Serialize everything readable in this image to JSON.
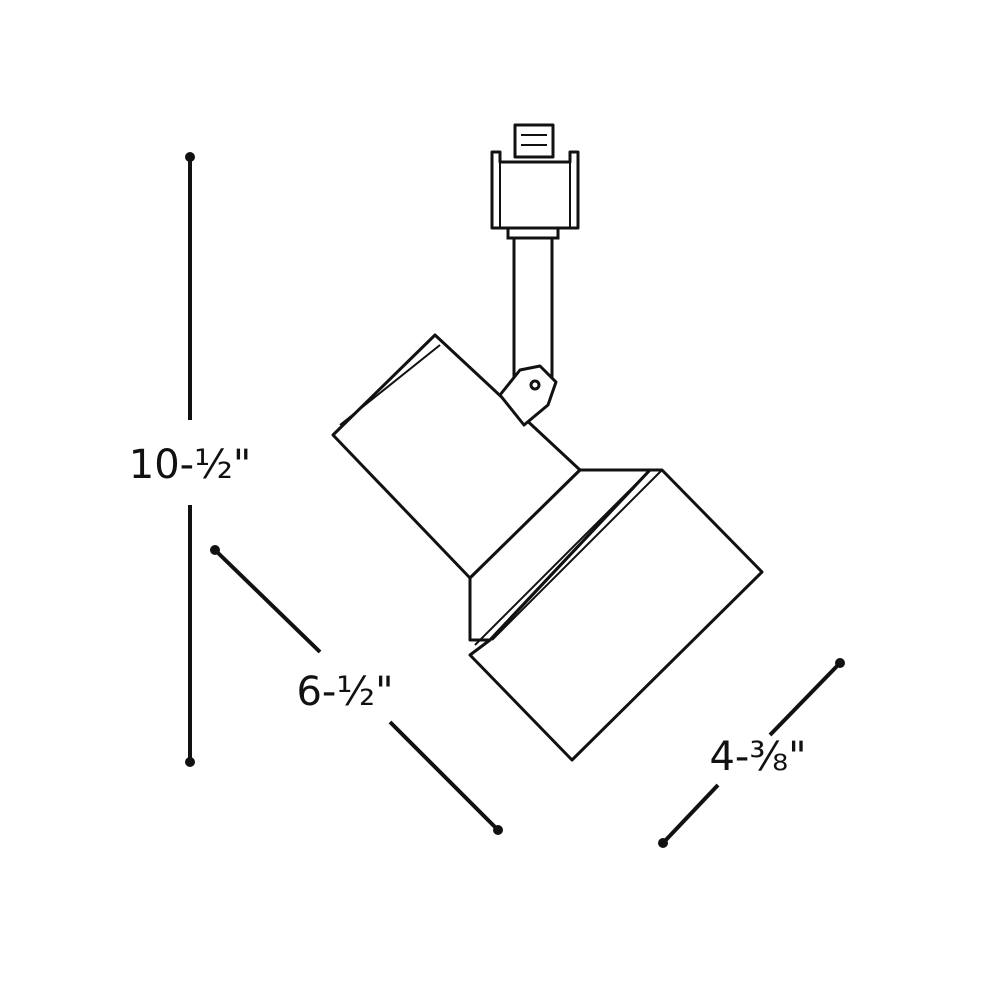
{
  "dimensions": {
    "height": "10-½\"",
    "length": "6-½\"",
    "diameter": "4-⅜\""
  },
  "colors": {
    "line": "#111111",
    "background": "#ffffff"
  }
}
